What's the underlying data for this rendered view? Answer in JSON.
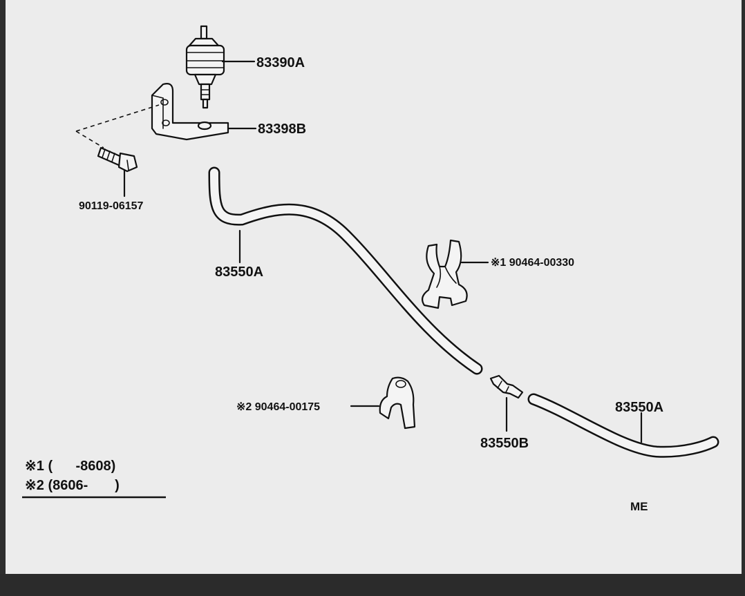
{
  "diagram": {
    "parts": {
      "relay": "83390A",
      "bracket": "83398B",
      "bolt": "90119-06157",
      "hose_upper": "83550A",
      "clamp_1": "※1 90464-00330",
      "clamp_2": "※2 90464-00175",
      "connector": "83550B",
      "hose_lower": "83550A"
    },
    "legend": {
      "row1": "※1 (      -8608)",
      "row2": "※2 (8606-       )"
    },
    "code": "ME"
  }
}
